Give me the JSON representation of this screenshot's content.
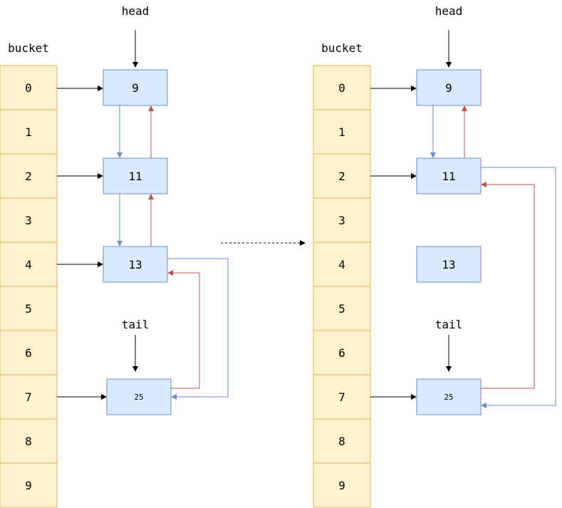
{
  "left": {
    "bucket_title": "bucket",
    "head_label": "head",
    "tail_label": "tail",
    "buckets": [
      "0",
      "1",
      "2",
      "3",
      "4",
      "5",
      "6",
      "7",
      "8",
      "9"
    ],
    "nodes": [
      {
        "id": "n9",
        "label": "9"
      },
      {
        "id": "n11",
        "label": "11"
      },
      {
        "id": "n13",
        "label": "13"
      },
      {
        "id": "n25",
        "label": "25"
      }
    ]
  },
  "right": {
    "bucket_title": "bucket",
    "head_label": "head",
    "tail_label": "tail",
    "buckets": [
      "0",
      "1",
      "2",
      "3",
      "4",
      "5",
      "6",
      "7",
      "8",
      "9"
    ],
    "nodes": [
      {
        "id": "n9",
        "label": "9"
      },
      {
        "id": "n11",
        "label": "11"
      },
      {
        "id": "n13",
        "label": "13"
      },
      {
        "id": "n25",
        "label": "25"
      }
    ]
  },
  "colors": {
    "bucket_fill": "#fff2cc",
    "bucket_stroke": "#d6b656",
    "node_fill": "#dae8fc",
    "node_stroke": "#6c8ebf",
    "next_arrow": "#6c8ebf",
    "prev_arrow": "#b85450",
    "pointer": "#000000"
  }
}
